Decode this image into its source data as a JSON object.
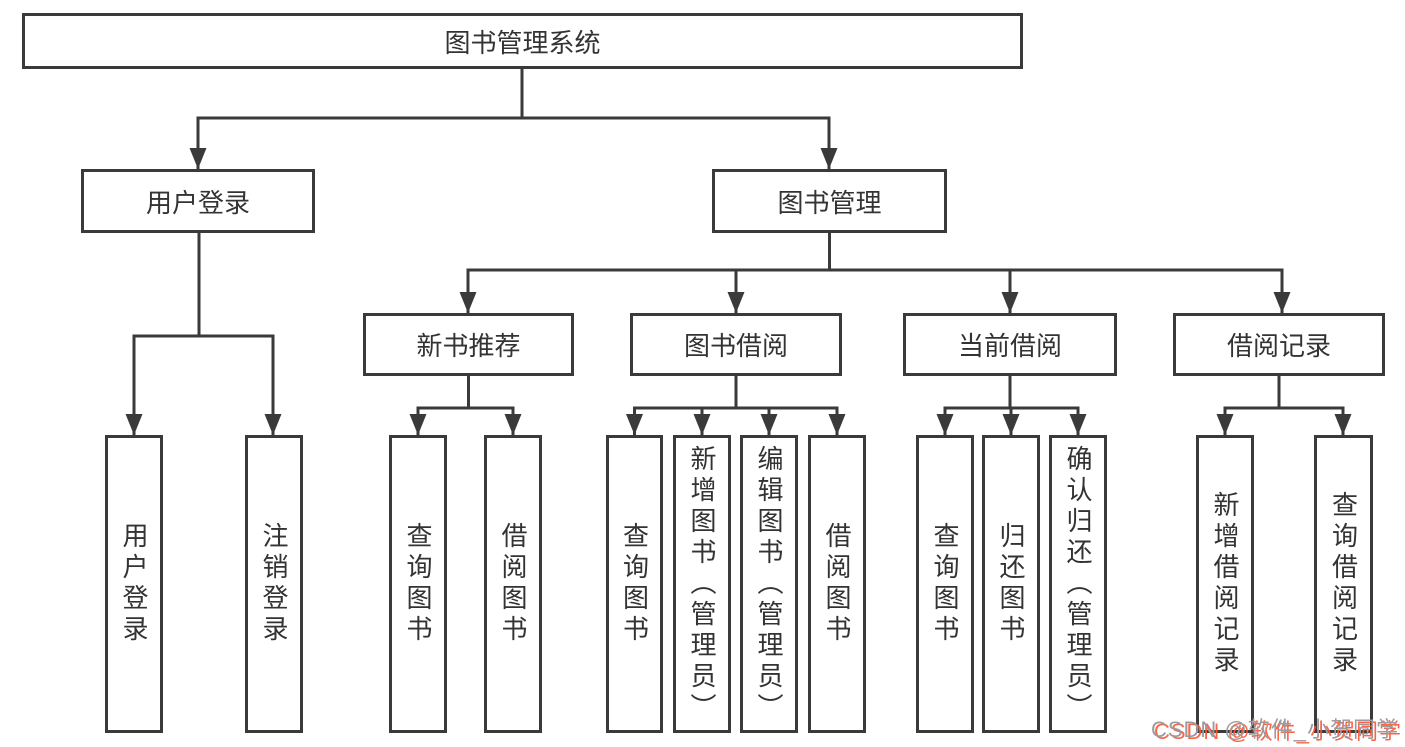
{
  "tree": {
    "root": {
      "label": "图书管理系统",
      "children": [
        {
          "label": "用户登录",
          "children": [
            {
              "label": "用户登录"
            },
            {
              "label": "注销登录"
            }
          ]
        },
        {
          "label": "图书管理",
          "children": [
            {
              "label": "新书推荐",
              "children": [
                {
                  "label": "查询图书"
                },
                {
                  "label": "借阅图书"
                }
              ]
            },
            {
              "label": "图书借阅",
              "children": [
                {
                  "label": "查询图书"
                },
                {
                  "label": "新增图书（管理员）"
                },
                {
                  "label": "编辑图书（管理员）"
                },
                {
                  "label": "借阅图书"
                }
              ]
            },
            {
              "label": "当前借阅",
              "children": [
                {
                  "label": "查询图书"
                },
                {
                  "label": "归还图书"
                },
                {
                  "label": "确认归还（管理员）"
                }
              ]
            },
            {
              "label": "借阅记录",
              "children": [
                {
                  "label": "新增借阅记录"
                },
                {
                  "label": "查询借阅记录"
                }
              ]
            }
          ]
        }
      ]
    }
  },
  "watermark": {
    "text": "CSDN @软件_小贺同学"
  },
  "colors": {
    "line": "#3a3a3a",
    "box_border": "#3a3a3a",
    "text": "#333333",
    "background": "#ffffff",
    "watermark_gray": "#9b9ba1",
    "watermark_red": "#fc5531"
  }
}
